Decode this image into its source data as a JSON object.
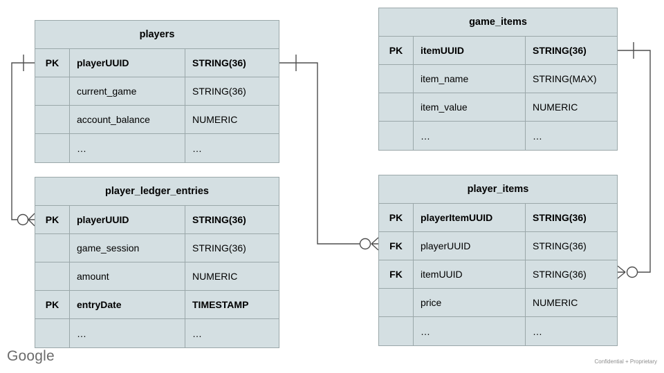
{
  "diagram": {
    "title": "Spanner game schema ER diagram",
    "colors": {
      "entity_fill": "#d4dfe2",
      "entity_border": "#9aa7a9",
      "connector": "#4d4d4d",
      "logo": "#6b6b6b",
      "note": "#8d8d8d"
    }
  },
  "entities": [
    {
      "id": "players",
      "name": "players",
      "rows": [
        {
          "key": "PK",
          "name": "playerUUID",
          "type": "STRING(36)"
        },
        {
          "key": "",
          "name": "current_game",
          "type": "STRING(36)"
        },
        {
          "key": "",
          "name": "account_balance",
          "type": "NUMERIC"
        },
        {
          "key": "",
          "name": "…",
          "type": "…"
        }
      ]
    },
    {
      "id": "player_ledger_entries",
      "name": "player_ledger_entries",
      "rows": [
        {
          "key": "PK",
          "name": "playerUUID",
          "type": "STRING(36)"
        },
        {
          "key": "",
          "name": "game_session",
          "type": "STRING(36)"
        },
        {
          "key": "",
          "name": "amount",
          "type": "NUMERIC"
        },
        {
          "key": "PK",
          "name": "entryDate",
          "type": "TIMESTAMP"
        },
        {
          "key": "",
          "name": "…",
          "type": "…"
        }
      ]
    },
    {
      "id": "game_items",
      "name": "game_items",
      "rows": [
        {
          "key": "PK",
          "name": "itemUUID",
          "type": "STRING(36)"
        },
        {
          "key": "",
          "name": "item_name",
          "type": "STRING(MAX)"
        },
        {
          "key": "",
          "name": "item_value",
          "type": "NUMERIC"
        },
        {
          "key": "",
          "name": "…",
          "type": "…"
        }
      ]
    },
    {
      "id": "player_items",
      "name": "player_items",
      "rows": [
        {
          "key": "PK",
          "name": "playerItemUUID",
          "type": "STRING(36)"
        },
        {
          "key": "FK",
          "name": "playerUUID",
          "type": "STRING(36)"
        },
        {
          "key": "FK",
          "name": "itemUUID",
          "type": "STRING(36)"
        },
        {
          "key": "",
          "name": "price",
          "type": "NUMERIC"
        },
        {
          "key": "",
          "name": "…",
          "type": "…"
        }
      ]
    }
  ],
  "relationships": [
    {
      "id": "players-to-ledger",
      "from_entity": "players",
      "from_field": "playerUUID",
      "to_entity": "player_ledger_entries",
      "to_field": "playerUUID",
      "from_cardinality": "one",
      "to_cardinality": "zero-or-many"
    },
    {
      "id": "players-to-player-items",
      "from_entity": "players",
      "from_field": "playerUUID",
      "to_entity": "player_items",
      "to_field": "playerUUID",
      "from_cardinality": "one",
      "to_cardinality": "zero-or-many"
    },
    {
      "id": "game-items-to-player-items",
      "from_entity": "game_items",
      "from_field": "itemUUID",
      "to_entity": "player_items",
      "to_field": "itemUUID",
      "from_cardinality": "one",
      "to_cardinality": "zero-or-many"
    }
  ],
  "footer": {
    "logo": "Google",
    "note": "Confidential + Proprietary"
  }
}
